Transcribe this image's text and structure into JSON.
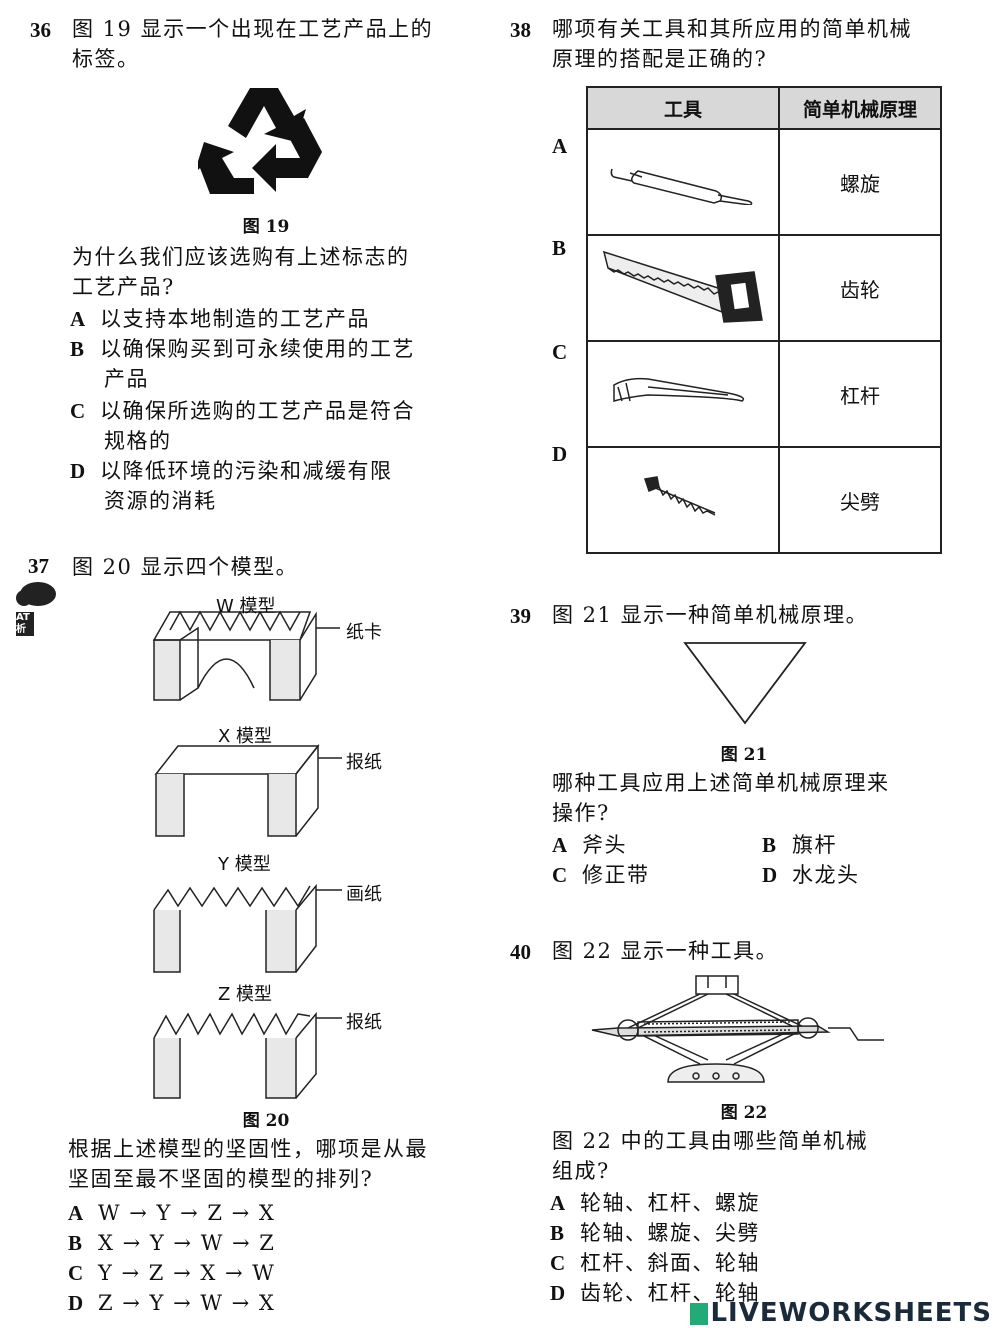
{
  "q36": {
    "number": "36",
    "stem_line1": "图 19 显示一个出现在工艺产品上的",
    "stem_line2": "标签。",
    "figure_caption": "图 19",
    "question_line1": "为什么我们应该选购有上述标志的",
    "question_line2": "工艺产品?",
    "options": [
      {
        "letter": "A",
        "line1": "以支持本地制造的工艺产品",
        "line2": ""
      },
      {
        "letter": "B",
        "line1": "以确保购买到可永续使用的工艺",
        "line2": "产品"
      },
      {
        "letter": "C",
        "line1": "以确保所选购的工艺产品是符合",
        "line2": "规格的"
      },
      {
        "letter": "D",
        "line1": "以降低环境的污染和减缓有限",
        "line2": "资源的消耗"
      }
    ]
  },
  "q37": {
    "number": "37",
    "badge": "AT\n析",
    "stem": "图 20 显示四个模型。",
    "models": [
      {
        "name": "W 模型",
        "material": "纸卡"
      },
      {
        "name": "X 模型",
        "material": "报纸"
      },
      {
        "name": "Y 模型",
        "material": "画纸"
      },
      {
        "name": "Z 模型",
        "material": "报纸"
      }
    ],
    "figure_caption": "图 20",
    "question_line1": "根据上述模型的坚固性，哪项是从最",
    "question_line2": "坚固至最不坚固的模型的排列?",
    "options": [
      {
        "letter": "A",
        "text": "W → Y → Z → X"
      },
      {
        "letter": "B",
        "text": "X → Y → W → Z"
      },
      {
        "letter": "C",
        "text": "Y → Z → X → W"
      },
      {
        "letter": "D",
        "text": "Z → Y → W → X"
      }
    ]
  },
  "q38": {
    "number": "38",
    "stem_line1": "哪项有关工具和其所应用的简单机械",
    "stem_line2": "原理的搭配是正确的?",
    "col_tool": "工具",
    "col_principle": "简单机械原理",
    "rows": [
      {
        "letter": "A",
        "tool_icon": "rolling-pin-icon",
        "principle": "螺旋"
      },
      {
        "letter": "B",
        "tool_icon": "saw-icon",
        "principle": "齿轮"
      },
      {
        "letter": "C",
        "tool_icon": "tweezers-icon",
        "principle": "杠杆"
      },
      {
        "letter": "D",
        "tool_icon": "screw-icon",
        "principle": "尖劈"
      }
    ]
  },
  "q39": {
    "number": "39",
    "stem": "图 21 显示一种简单机械原理。",
    "figure_caption": "图 21",
    "question_line1": "哪种工具应用上述简单机械原理来",
    "question_line2": "操作?",
    "options": [
      {
        "letter": "A",
        "text": "斧头"
      },
      {
        "letter": "B",
        "text": "旗杆"
      },
      {
        "letter": "C",
        "text": "修正带"
      },
      {
        "letter": "D",
        "text": "水龙头"
      }
    ]
  },
  "q40": {
    "number": "40",
    "stem": "图 22 显示一种工具。",
    "figure_caption": "图 22",
    "question_line1": "图 22 中的工具由哪些简单机械",
    "question_line2": "组成?",
    "options": [
      {
        "letter": "A",
        "text": "轮轴、杠杆、螺旋"
      },
      {
        "letter": "B",
        "text": "轮轴、螺旋、尖劈"
      },
      {
        "letter": "C",
        "text": "杠杆、斜面、轮轴"
      },
      {
        "letter": "D",
        "text": "齿轮、杠杆、轮轴"
      }
    ]
  },
  "footer": {
    "brand": "LIVEWORKSHEETS"
  },
  "colors": {
    "table_header": "#d8d8d8",
    "footer_text": "#1a2a3a"
  }
}
